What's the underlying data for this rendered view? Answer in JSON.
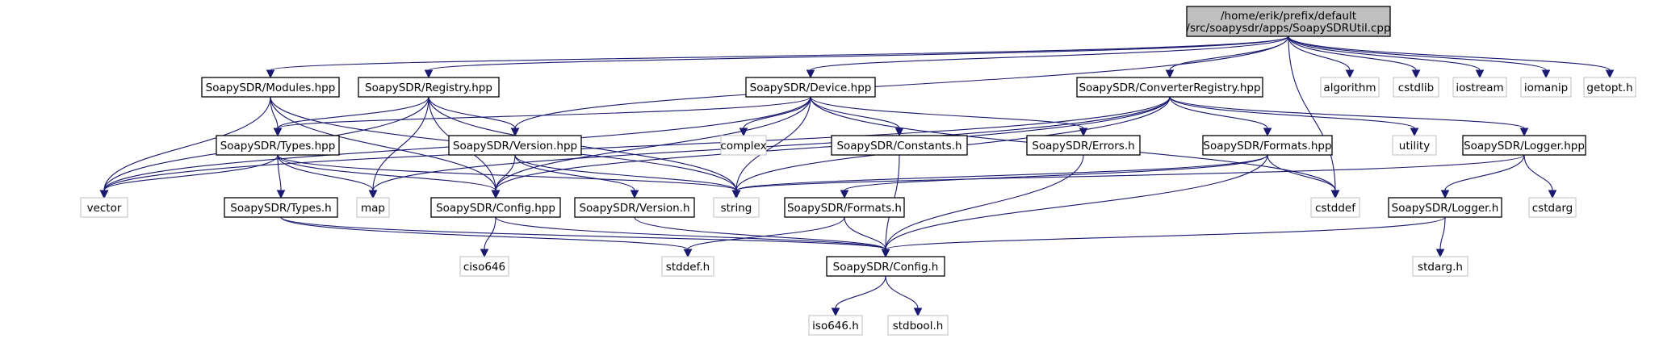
{
  "diagram": {
    "type": "include-dependency-graph",
    "colors": {
      "edge": "#191970",
      "node_border": "#000000",
      "external_border": "#bfbfbf",
      "root_fill": "#bfbfbf",
      "node_fill": "#ffffff"
    },
    "nodes": [
      {
        "id": "root",
        "lines": [
          "/home/erik/prefix/default",
          "/src/soapysdr/apps/SoapySDRUtil.cpp"
        ],
        "kind": "root"
      },
      {
        "id": "modules_hpp",
        "lines": [
          "SoapySDR/Modules.hpp"
        ],
        "kind": "header"
      },
      {
        "id": "registry_hpp",
        "lines": [
          "SoapySDR/Registry.hpp"
        ],
        "kind": "header"
      },
      {
        "id": "device_hpp",
        "lines": [
          "SoapySDR/Device.hpp"
        ],
        "kind": "header"
      },
      {
        "id": "converterregistry_hpp",
        "lines": [
          "SoapySDR/ConverterRegistry.hpp"
        ],
        "kind": "header"
      },
      {
        "id": "algorithm",
        "lines": [
          "algorithm"
        ],
        "kind": "external"
      },
      {
        "id": "cstdlib",
        "lines": [
          "cstdlib"
        ],
        "kind": "external"
      },
      {
        "id": "iostream",
        "lines": [
          "iostream"
        ],
        "kind": "external"
      },
      {
        "id": "iomanip",
        "lines": [
          "iomanip"
        ],
        "kind": "external"
      },
      {
        "id": "getopt_h",
        "lines": [
          "getopt.h"
        ],
        "kind": "external"
      },
      {
        "id": "types_hpp",
        "lines": [
          "SoapySDR/Types.hpp"
        ],
        "kind": "header"
      },
      {
        "id": "version_hpp",
        "lines": [
          "SoapySDR/Version.hpp"
        ],
        "kind": "header"
      },
      {
        "id": "complex",
        "lines": [
          "complex"
        ],
        "kind": "external"
      },
      {
        "id": "constants_h",
        "lines": [
          "SoapySDR/Constants.h"
        ],
        "kind": "header"
      },
      {
        "id": "errors_h",
        "lines": [
          "SoapySDR/Errors.h"
        ],
        "kind": "header"
      },
      {
        "id": "formats_hpp",
        "lines": [
          "SoapySDR/Formats.hpp"
        ],
        "kind": "header"
      },
      {
        "id": "utility",
        "lines": [
          "utility"
        ],
        "kind": "external"
      },
      {
        "id": "logger_hpp",
        "lines": [
          "SoapySDR/Logger.hpp"
        ],
        "kind": "header"
      },
      {
        "id": "vector",
        "lines": [
          "vector"
        ],
        "kind": "external"
      },
      {
        "id": "map",
        "lines": [
          "map"
        ],
        "kind": "external"
      },
      {
        "id": "types_h",
        "lines": [
          "SoapySDR/Types.h"
        ],
        "kind": "header"
      },
      {
        "id": "config_hpp",
        "lines": [
          "SoapySDR/Config.hpp"
        ],
        "kind": "header"
      },
      {
        "id": "version_h",
        "lines": [
          "SoapySDR/Version.h"
        ],
        "kind": "header"
      },
      {
        "id": "string",
        "lines": [
          "string"
        ],
        "kind": "external"
      },
      {
        "id": "formats_h",
        "lines": [
          "SoapySDR/Formats.h"
        ],
        "kind": "header"
      },
      {
        "id": "cstddef",
        "lines": [
          "cstddef"
        ],
        "kind": "external"
      },
      {
        "id": "logger_h",
        "lines": [
          "SoapySDR/Logger.h"
        ],
        "kind": "header"
      },
      {
        "id": "cstdarg",
        "lines": [
          "cstdarg"
        ],
        "kind": "external"
      },
      {
        "id": "ciso646",
        "lines": [
          "ciso646"
        ],
        "kind": "external"
      },
      {
        "id": "stddef_h",
        "lines": [
          "stddef.h"
        ],
        "kind": "external"
      },
      {
        "id": "config_h",
        "lines": [
          "SoapySDR/Config.h"
        ],
        "kind": "header"
      },
      {
        "id": "stdarg_h",
        "lines": [
          "stdarg.h"
        ],
        "kind": "external"
      },
      {
        "id": "iso646_h",
        "lines": [
          "iso646.h"
        ],
        "kind": "external"
      },
      {
        "id": "stdbool_h",
        "lines": [
          "stdbool.h"
        ],
        "kind": "external"
      }
    ],
    "edges": [
      [
        "root",
        "modules_hpp"
      ],
      [
        "root",
        "registry_hpp"
      ],
      [
        "root",
        "device_hpp"
      ],
      [
        "root",
        "converterregistry_hpp"
      ],
      [
        "root",
        "version_hpp"
      ],
      [
        "root",
        "algorithm"
      ],
      [
        "root",
        "cstdlib"
      ],
      [
        "root",
        "iostream"
      ],
      [
        "root",
        "iomanip"
      ],
      [
        "root",
        "getopt_h"
      ],
      [
        "root",
        "cstddef"
      ],
      [
        "modules_hpp",
        "types_hpp"
      ],
      [
        "modules_hpp",
        "config_hpp"
      ],
      [
        "modules_hpp",
        "vector"
      ],
      [
        "modules_hpp",
        "string"
      ],
      [
        "registry_hpp",
        "types_hpp"
      ],
      [
        "registry_hpp",
        "version_hpp"
      ],
      [
        "registry_hpp",
        "config_hpp"
      ],
      [
        "registry_hpp",
        "vector"
      ],
      [
        "registry_hpp",
        "map"
      ],
      [
        "registry_hpp",
        "string"
      ],
      [
        "device_hpp",
        "types_hpp"
      ],
      [
        "device_hpp",
        "constants_h"
      ],
      [
        "device_hpp",
        "errors_h"
      ],
      [
        "device_hpp",
        "config_hpp"
      ],
      [
        "device_hpp",
        "vector"
      ],
      [
        "device_hpp",
        "string"
      ],
      [
        "device_hpp",
        "complex"
      ],
      [
        "device_hpp",
        "cstddef"
      ],
      [
        "converterregistry_hpp",
        "formats_hpp"
      ],
      [
        "converterregistry_hpp",
        "logger_hpp"
      ],
      [
        "converterregistry_hpp",
        "config_hpp"
      ],
      [
        "converterregistry_hpp",
        "vector"
      ],
      [
        "converterregistry_hpp",
        "map"
      ],
      [
        "converterregistry_hpp",
        "string"
      ],
      [
        "converterregistry_hpp",
        "utility"
      ],
      [
        "types_hpp",
        "types_h"
      ],
      [
        "types_hpp",
        "config_hpp"
      ],
      [
        "types_hpp",
        "vector"
      ],
      [
        "types_hpp",
        "map"
      ],
      [
        "types_hpp",
        "string"
      ],
      [
        "version_hpp",
        "version_h"
      ],
      [
        "version_hpp",
        "config_hpp"
      ],
      [
        "version_hpp",
        "string"
      ],
      [
        "constants_h",
        "config_h"
      ],
      [
        "errors_h",
        "config_h"
      ],
      [
        "formats_hpp",
        "formats_h"
      ],
      [
        "formats_hpp",
        "config_h"
      ],
      [
        "formats_hpp",
        "string"
      ],
      [
        "formats_hpp",
        "cstddef"
      ],
      [
        "logger_hpp",
        "logger_h"
      ],
      [
        "logger_hpp",
        "string"
      ],
      [
        "logger_hpp",
        "cstdarg"
      ],
      [
        "types_h",
        "config_h"
      ],
      [
        "types_h",
        "stddef_h"
      ],
      [
        "config_hpp",
        "config_h"
      ],
      [
        "config_hpp",
        "ciso646"
      ],
      [
        "version_h",
        "config_h"
      ],
      [
        "formats_h",
        "config_h"
      ],
      [
        "formats_h",
        "stddef_h"
      ],
      [
        "logger_h",
        "config_h"
      ],
      [
        "logger_h",
        "stdarg_h"
      ],
      [
        "config_h",
        "iso646_h"
      ],
      [
        "config_h",
        "stdbool_h"
      ]
    ]
  }
}
